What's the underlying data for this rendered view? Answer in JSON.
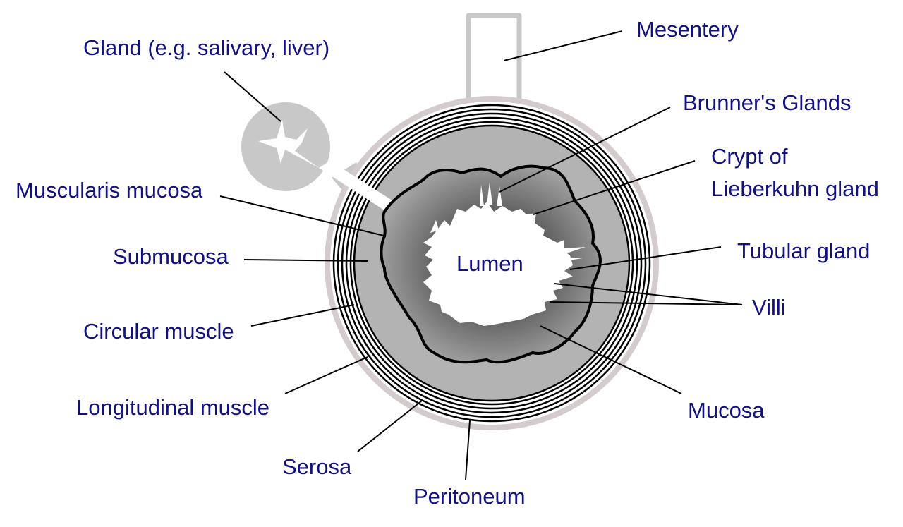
{
  "labels": {
    "mesentery": "Mesentery",
    "gland": "Gland (e.g. salivary, liver)",
    "brunners_glands": "Brunner's Glands",
    "crypt_line1": "Crypt of",
    "crypt_line2": "Lieberkuhn gland",
    "muscularis_mucosa": "Muscularis mucosa",
    "submucosa": "Submucosa",
    "lumen": "Lumen",
    "tubular_gland": "Tubular gland",
    "villi": "Villi",
    "circular_muscle": "Circular muscle",
    "longitudinal_muscle": "Longitudinal muscle",
    "mucosa": "Mucosa",
    "serosa": "Serosa",
    "peritoneum": "Peritoneum"
  },
  "colors": {
    "label_text": "#11117f",
    "peritoneum_ring": "#d4cccc",
    "submucosa_fill": "#b3b3b3",
    "mucosa_fill_light": "#a0a0a0",
    "mucosa_fill_dark": "#6a6a6a",
    "gland_fill": "#c8c8c8",
    "mesentery_stroke": "#c8c8c8"
  }
}
